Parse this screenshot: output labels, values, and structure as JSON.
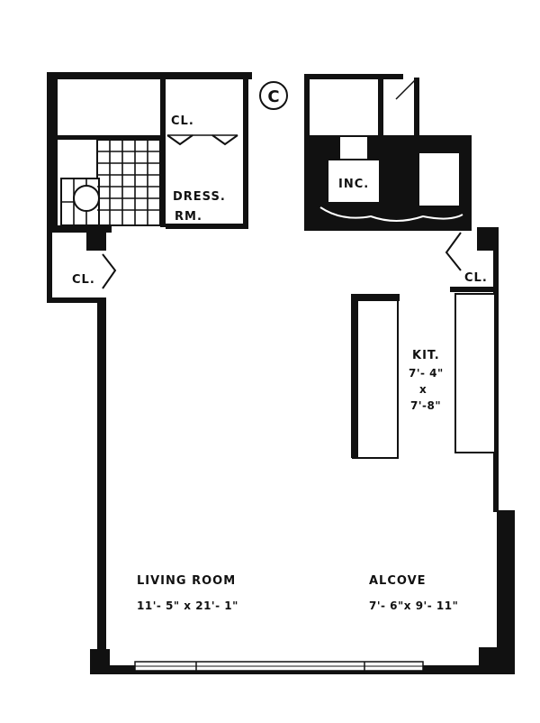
{
  "unit_marker": "C",
  "rooms": {
    "closet_bath": "CL.",
    "dressing_line1": "DRESS.",
    "dressing_line2": "RM.",
    "incinerator": "INC.",
    "closet_left": "CL.",
    "closet_kitchen": "CL.",
    "kitchen": {
      "name": "KIT.",
      "dim1": "7'- 4\"",
      "times": "x",
      "dim2": "7'-8\""
    },
    "living_room": {
      "name": "LIVING ROOM",
      "dims": "11'- 5\"  x  21'- 1\""
    },
    "alcove": {
      "name": "ALCOVE",
      "dims": "7'- 6\"x 9'- 11\""
    }
  }
}
